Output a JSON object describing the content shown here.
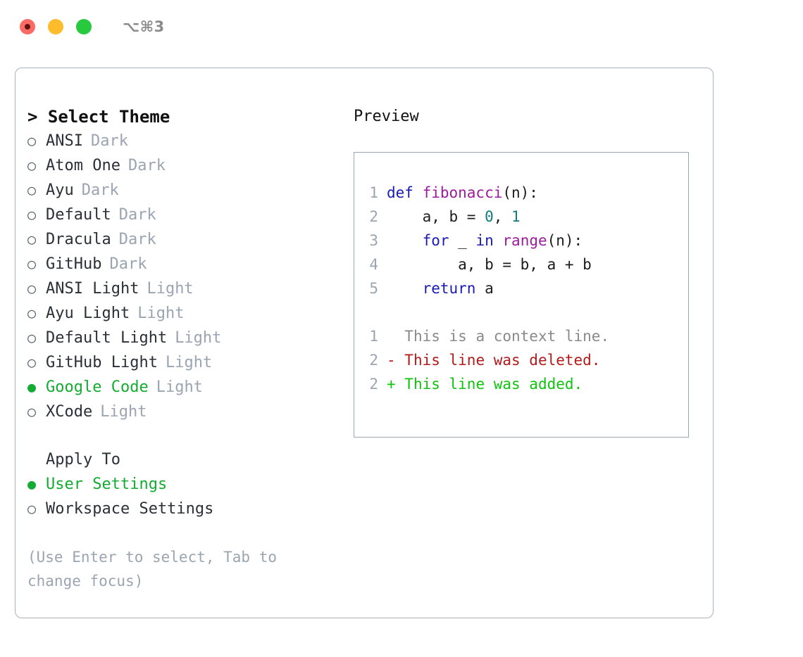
{
  "titlebar": {
    "shortcut": "⌥⌘3",
    "controls": [
      {
        "name": "close",
        "color": "#fb6a63"
      },
      {
        "name": "minimize",
        "color": "#fdbc2c"
      },
      {
        "name": "maximize",
        "color": "#28c83f"
      }
    ]
  },
  "theme_picker": {
    "title": "> Select Theme",
    "prompt_caret": ">",
    "options": [
      {
        "label": "ANSI",
        "variant": "Dark",
        "selected": false,
        "bullet": "○"
      },
      {
        "label": "Atom One",
        "variant": "Dark",
        "selected": false,
        "bullet": "○"
      },
      {
        "label": "Ayu",
        "variant": "Dark",
        "selected": false,
        "bullet": "○"
      },
      {
        "label": "Default",
        "variant": "Dark",
        "selected": false,
        "bullet": "○"
      },
      {
        "label": "Dracula",
        "variant": "Dark",
        "selected": false,
        "bullet": "○"
      },
      {
        "label": "GitHub",
        "variant": "Dark",
        "selected": false,
        "bullet": "○"
      },
      {
        "label": "ANSI Light",
        "variant": "Light",
        "selected": false,
        "bullet": "○"
      },
      {
        "label": "Ayu Light",
        "variant": "Light",
        "selected": false,
        "bullet": "○"
      },
      {
        "label": "Default Light",
        "variant": "Light",
        "selected": false,
        "bullet": "○"
      },
      {
        "label": "GitHub Light",
        "variant": "Light",
        "selected": false,
        "bullet": "○"
      },
      {
        "label": "Google Code",
        "variant": "Light",
        "selected": true,
        "bullet": "●"
      },
      {
        "label": "XCode",
        "variant": "Light",
        "selected": false,
        "bullet": "○"
      }
    ]
  },
  "apply_to": {
    "label": "Apply To",
    "options": [
      {
        "label": "User Settings",
        "selected": true,
        "bullet": "●"
      },
      {
        "label": "Workspace Settings",
        "selected": false,
        "bullet": "○"
      }
    ]
  },
  "hint": "(Use Enter to select, Tab to change focus)",
  "preview": {
    "title": "Preview",
    "code_lines": [
      {
        "num": "1",
        "tokens": [
          {
            "t": "def ",
            "c": "kw"
          },
          {
            "t": "fibonacci",
            "c": "fn"
          },
          {
            "t": "(n):",
            "c": "pln"
          }
        ]
      },
      {
        "num": "2",
        "tokens": [
          {
            "t": "    a, b = ",
            "c": "pln"
          },
          {
            "t": "0",
            "c": "num"
          },
          {
            "t": ", ",
            "c": "pln"
          },
          {
            "t": "1",
            "c": "num"
          }
        ]
      },
      {
        "num": "3",
        "tokens": [
          {
            "t": "    ",
            "c": "pln"
          },
          {
            "t": "for",
            "c": "kw"
          },
          {
            "t": " _ ",
            "c": "pln"
          },
          {
            "t": "in",
            "c": "kw"
          },
          {
            "t": " ",
            "c": "pln"
          },
          {
            "t": "range",
            "c": "fn"
          },
          {
            "t": "(n):",
            "c": "pln"
          }
        ]
      },
      {
        "num": "4",
        "tokens": [
          {
            "t": "        a, b = b, a + b",
            "c": "pln"
          }
        ]
      },
      {
        "num": "5",
        "tokens": [
          {
            "t": "    ",
            "c": "pln"
          },
          {
            "t": "return",
            "c": "kw"
          },
          {
            "t": " a",
            "c": "pln"
          }
        ]
      }
    ],
    "diff_lines": [
      {
        "num": "1",
        "marker": " ",
        "text": " This is a context line.",
        "kind": "ctx"
      },
      {
        "num": "2",
        "marker": "-",
        "text": " This line was deleted.",
        "kind": "del"
      },
      {
        "num": "2",
        "marker": "+",
        "text": " This line was added.",
        "kind": "add"
      }
    ]
  },
  "colors": {
    "selected_green": "#14ab32",
    "muted": "#9aa5b1",
    "keyword": "#1a1ab8",
    "function": "#9c1b9c",
    "number": "#0f7b7b",
    "diff_delete": "#b41a1a",
    "diff_add": "#0ec40e",
    "panel_border": "#a8b2bf"
  }
}
